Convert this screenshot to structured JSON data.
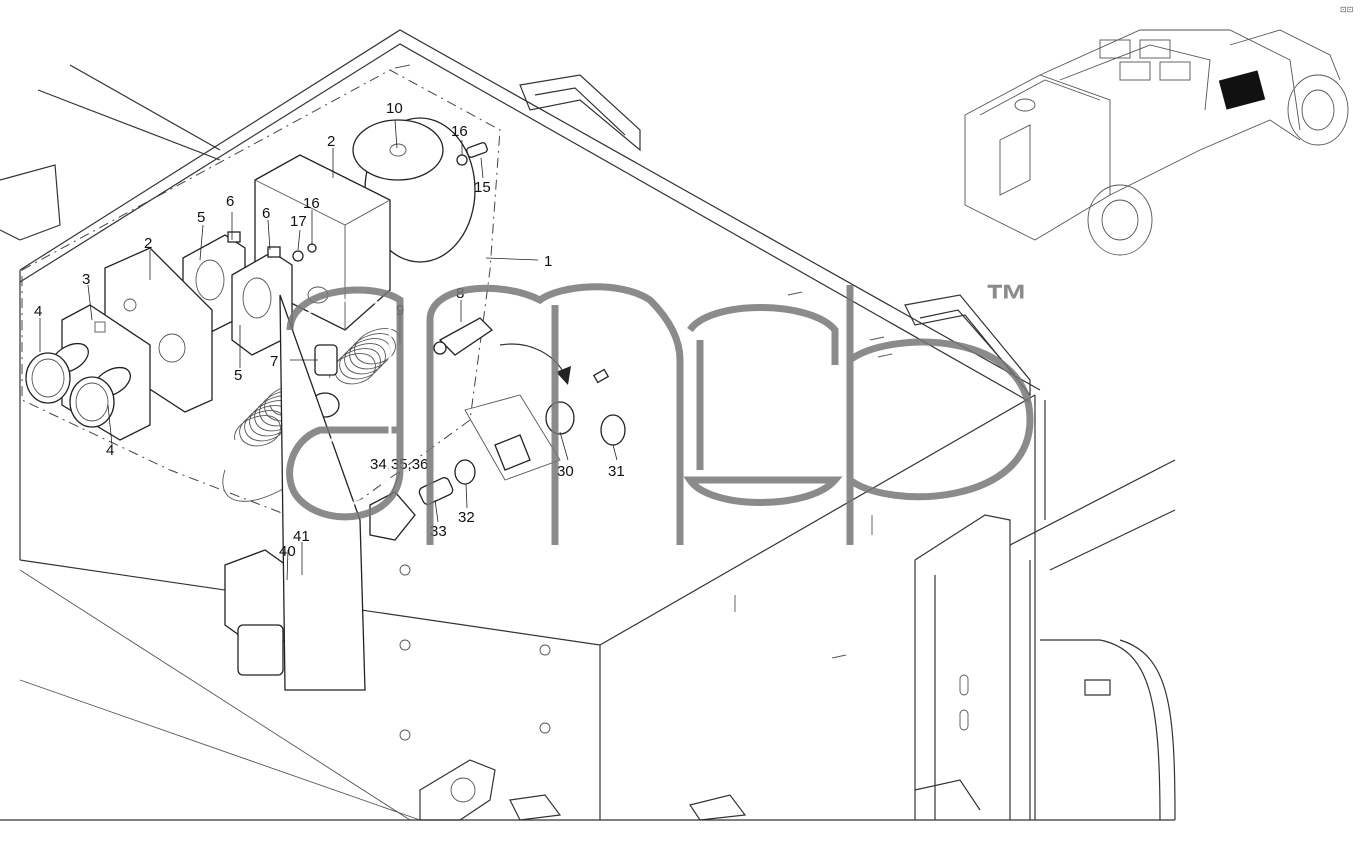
{
  "diagram": {
    "corner_mark": "⊡⊡",
    "watermark_tm": "™",
    "callouts": {
      "c1": "1",
      "c2a": "2",
      "c2b": "2",
      "c3": "3",
      "c4a": "4",
      "c4b": "4",
      "c5a": "5",
      "c5b": "5",
      "c6a": "6",
      "c6b": "6",
      "c7": "7",
      "c8": "8",
      "c9": "9",
      "c10": "10",
      "c15": "15",
      "c16a": "16",
      "c16b": "16",
      "c17": "17",
      "c30": "30",
      "c31": "31",
      "c32": "32",
      "c33": "33",
      "c34": "34,35,36",
      "c40": "40",
      "c41": "41"
    }
  }
}
